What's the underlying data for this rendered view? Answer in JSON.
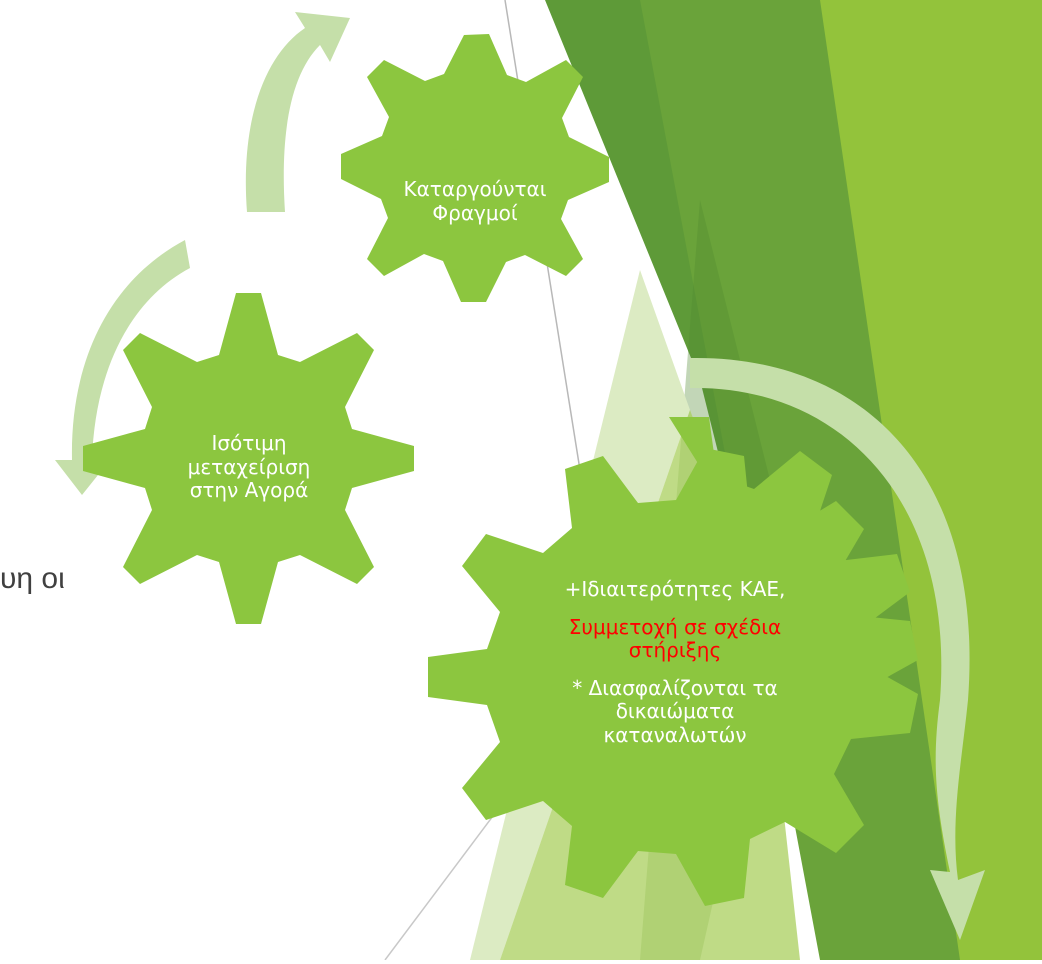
{
  "colors": {
    "gear": "#8cc63f",
    "arrow": "#c5dfa9",
    "bg_dark": "#5d8e3a",
    "bg_mid": "#7aab34",
    "bg_light": "#8fc33a",
    "bg_pale": "#dcebc3",
    "highlight_text": "#ff0000",
    "text": "#ffffff"
  },
  "gears": [
    {
      "name": "barriers",
      "lines": [
        "Καταργούνται",
        "Φραγμοί"
      ]
    },
    {
      "name": "equal-treatment",
      "lines": [
        "Ισότιμη",
        "μεταχείριση",
        "στην Αγορά"
      ]
    },
    {
      "name": "specifics",
      "lines": [
        "+Ιδιαιτερότητες ΚΑΕ,"
      ],
      "highlight": [
        "Συμμετοχή σε σχέδια",
        "στήριξης"
      ],
      "extra": [
        "* Διασφαλίζονται τα",
        "δικαιώματα",
        "καταναλωτών"
      ]
    }
  ],
  "side_text": "υη οι"
}
